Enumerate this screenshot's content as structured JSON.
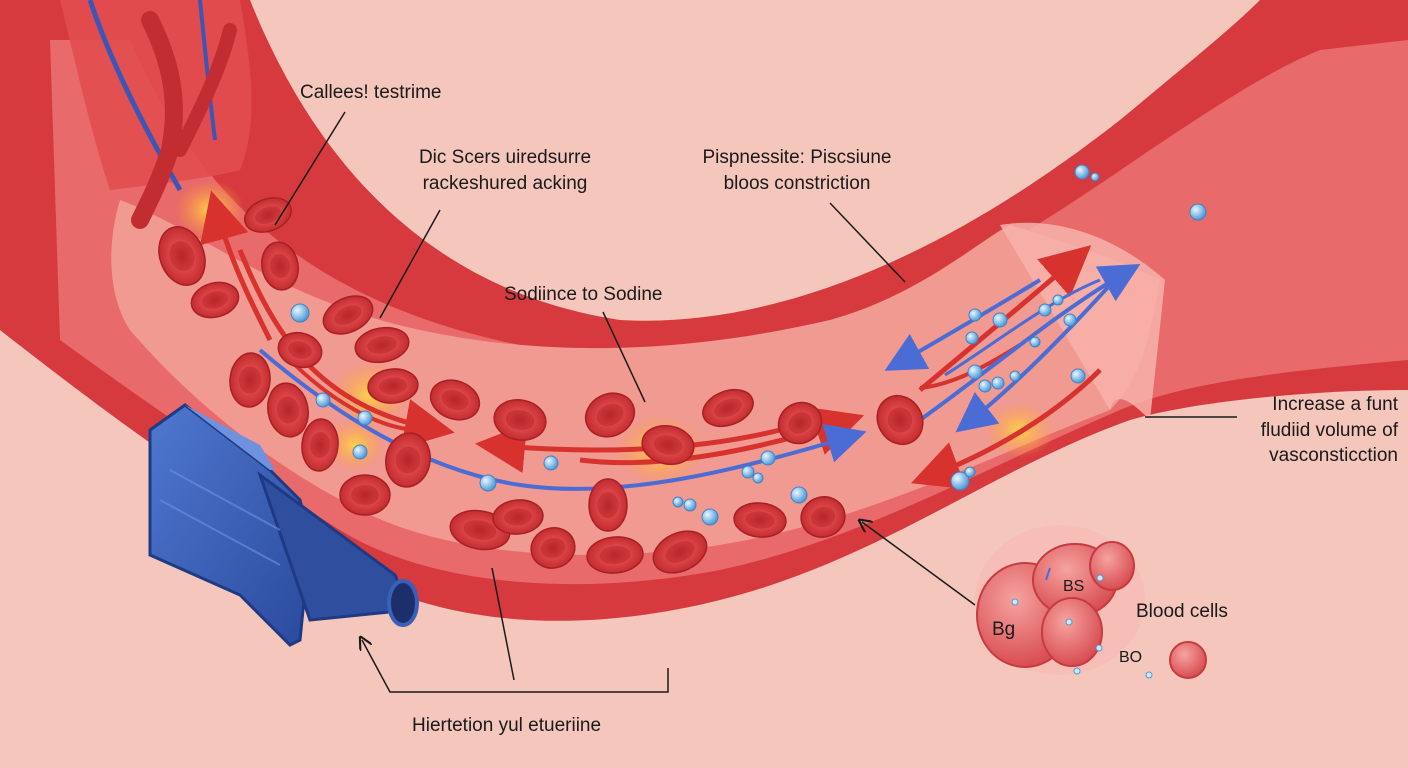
{
  "colors": {
    "background": "#f4c6bc",
    "vessel_outer": "#d63a3f",
    "vessel_wall": "#e86a6a",
    "lumen": "#f19a92",
    "red_cell": "#d8363a",
    "blue_arrow": "#4a6cd4",
    "red_arrow": "#d8322e",
    "cuff": "#3a5fb8",
    "bubble": "#6fb4e6"
  },
  "icons": [
    "blood-pressure-cuff-icon",
    "blood-cell-cluster-icon",
    "red-blood-cell-icon",
    "sodium-bubble-icon"
  ],
  "labels": {
    "top_left": "Callees! testrime",
    "mid_left_1": "Dic Scers uiredsurre",
    "mid_left_2": "rackeshured acking",
    "center": "Sodiince to Sodine",
    "top_right_1": "Pispnessite: Piscsiune",
    "top_right_2": "bloos constriction",
    "right_1": "Increase a funt",
    "right_2": "fludiid volume of",
    "right_3": "vasconsticction",
    "bottom": "Hiertetion yul etueriine",
    "blood_cells": "Blood cells",
    "bs": "BS",
    "bg": "Bg",
    "bo": "BO"
  }
}
